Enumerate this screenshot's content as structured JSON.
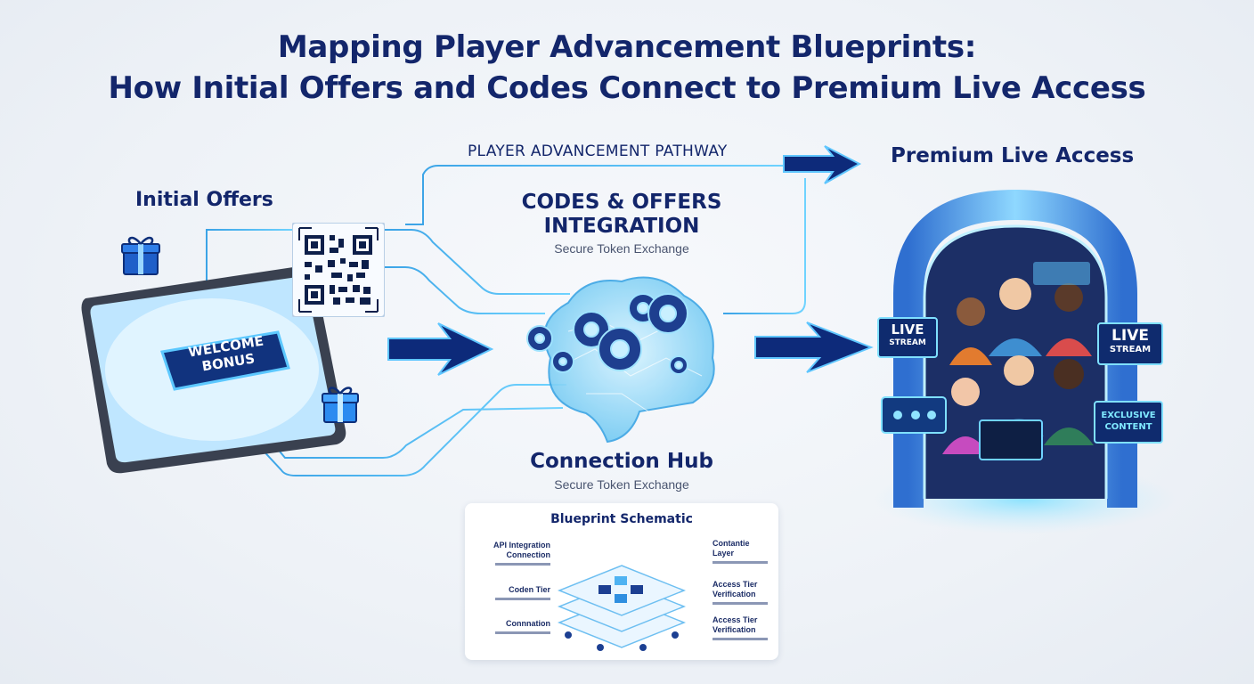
{
  "title": {
    "line1": "Mapping Player Advancement Blueprints:",
    "line2": "How Initial Offers and Codes Connect to Premium Live Access"
  },
  "pathway_label": "PLAYER ADVANCEMENT PATHWAY",
  "initial_offers": {
    "heading": "Initial Offers",
    "tablet_badge_line1": "WELCOME",
    "tablet_badge_line2": "BONUS"
  },
  "integration": {
    "heading_line1": "CODES & OFFERS",
    "heading_line2": "INTEGRATION",
    "subtext": "Secure Token Exchange"
  },
  "hub": {
    "heading": "Connection Hub",
    "subtext": "Secure Token Exchange"
  },
  "premium": {
    "heading": "Premium Live Access",
    "badge_left_line1": "LIVE",
    "badge_left_line2": "STREAM",
    "badge_right_line1": "LIVE",
    "badge_right_line2": "STREAM",
    "badge_exclusive_line1": "EXCLUSIVE",
    "badge_exclusive_line2": "CONTENT"
  },
  "schematic": {
    "title": "Blueprint Schematic",
    "left_labels": [
      {
        "line1": "API Integration",
        "line2": "Connection"
      },
      {
        "line1": "Coden Tier",
        "line2": ""
      },
      {
        "line1": "Connnation",
        "line2": ""
      }
    ],
    "right_labels": [
      {
        "line1": "Contantie",
        "line2": "Layer"
      },
      {
        "line1": "Access Tier",
        "line2": "Verification"
      },
      {
        "line1": "Access Tier",
        "line2": "Verification"
      }
    ]
  },
  "colors": {
    "title": "#13266b",
    "arrow": "#0d2a7a",
    "line": "#3ba3e6",
    "glow": "#6fd3ff",
    "badge_bg": "#0f2b6e"
  }
}
